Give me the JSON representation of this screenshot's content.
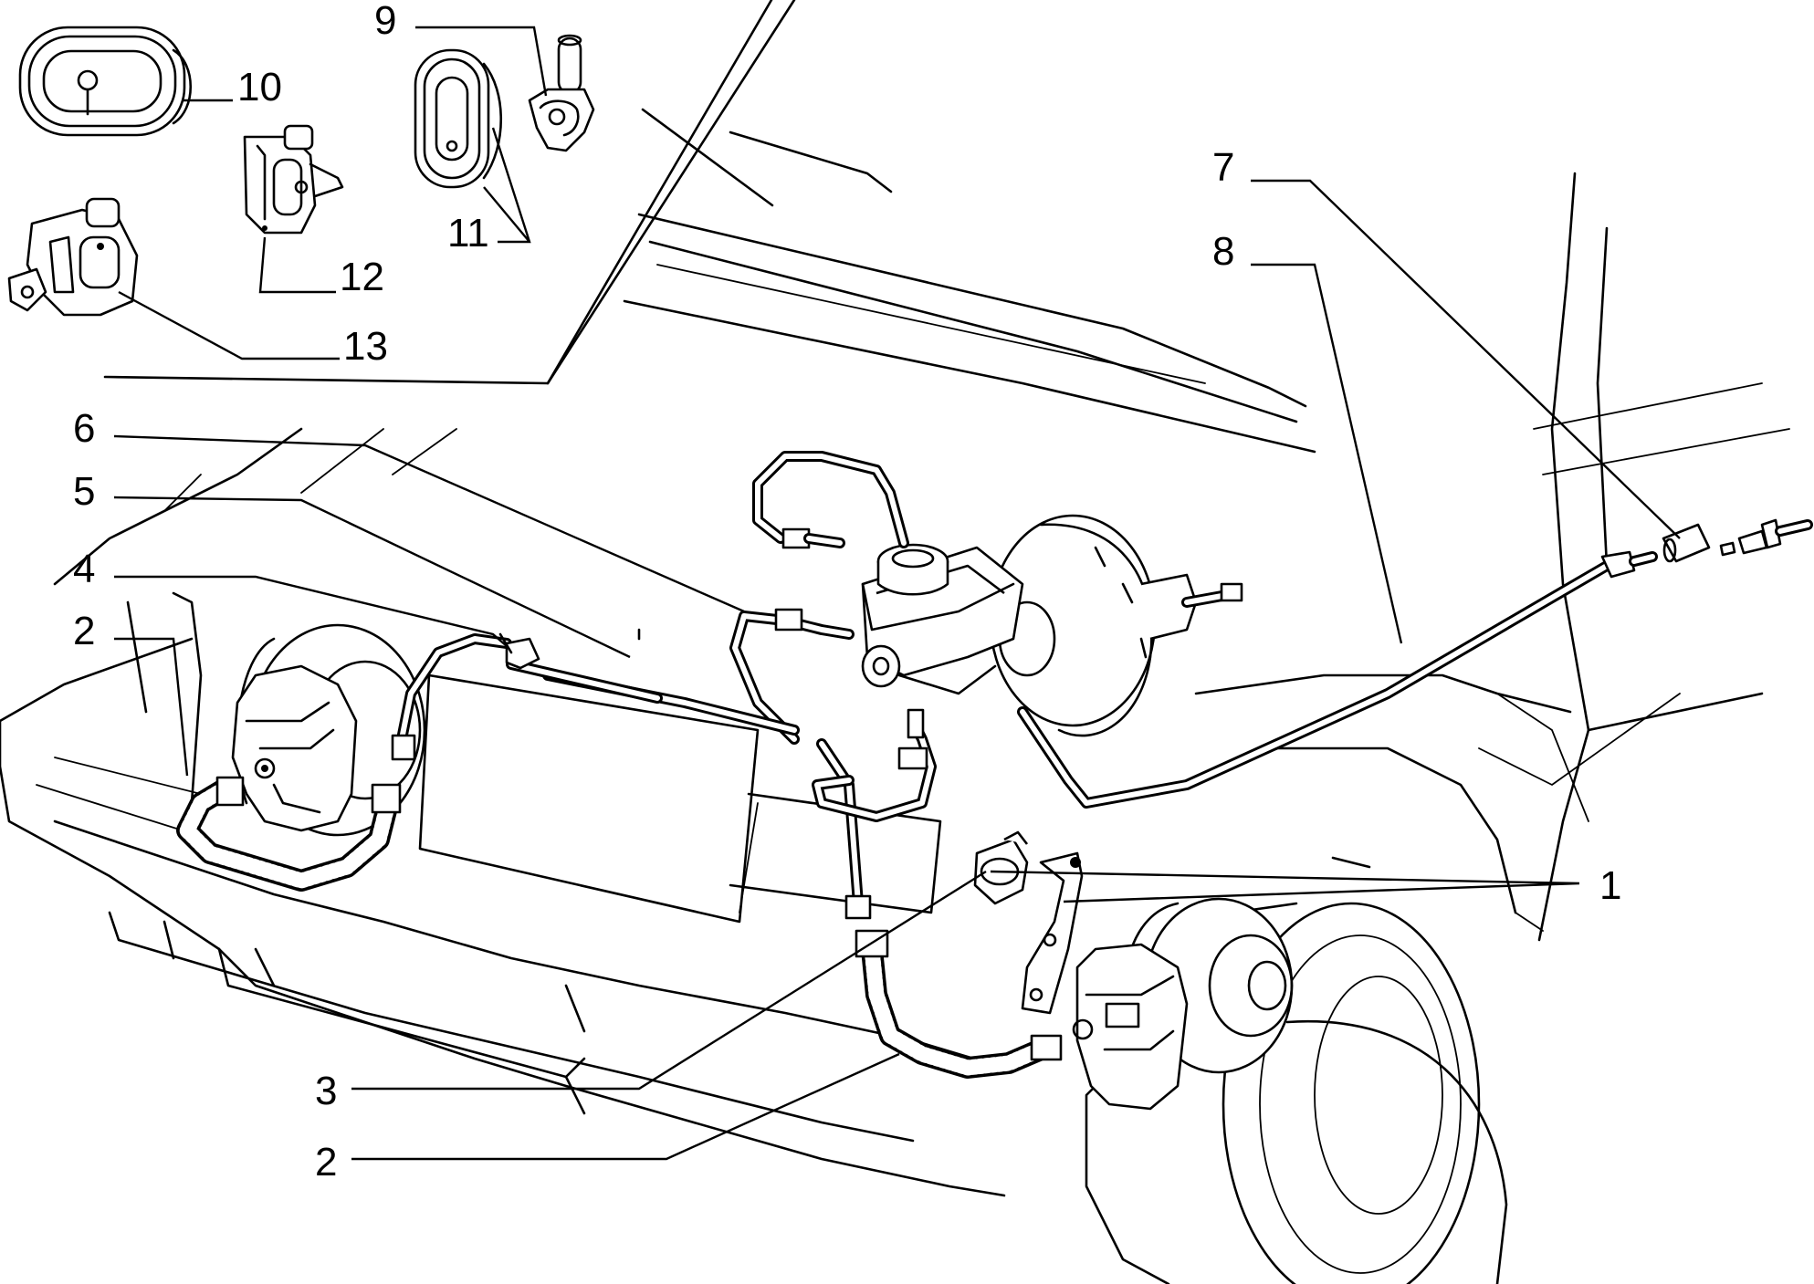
{
  "diagram": {
    "callouts": [
      {
        "id": "c1",
        "label": "1"
      },
      {
        "id": "c2a",
        "label": "2"
      },
      {
        "id": "c2b",
        "label": "2"
      },
      {
        "id": "c3",
        "label": "3"
      },
      {
        "id": "c4",
        "label": "4"
      },
      {
        "id": "c5",
        "label": "5"
      },
      {
        "id": "c6",
        "label": "6"
      },
      {
        "id": "c7",
        "label": "7"
      },
      {
        "id": "c8",
        "label": "8"
      },
      {
        "id": "c9",
        "label": "9"
      },
      {
        "id": "c10",
        "label": "10"
      },
      {
        "id": "c11",
        "label": "11"
      },
      {
        "id": "c12",
        "label": "12"
      },
      {
        "id": "c13",
        "label": "13"
      }
    ]
  }
}
